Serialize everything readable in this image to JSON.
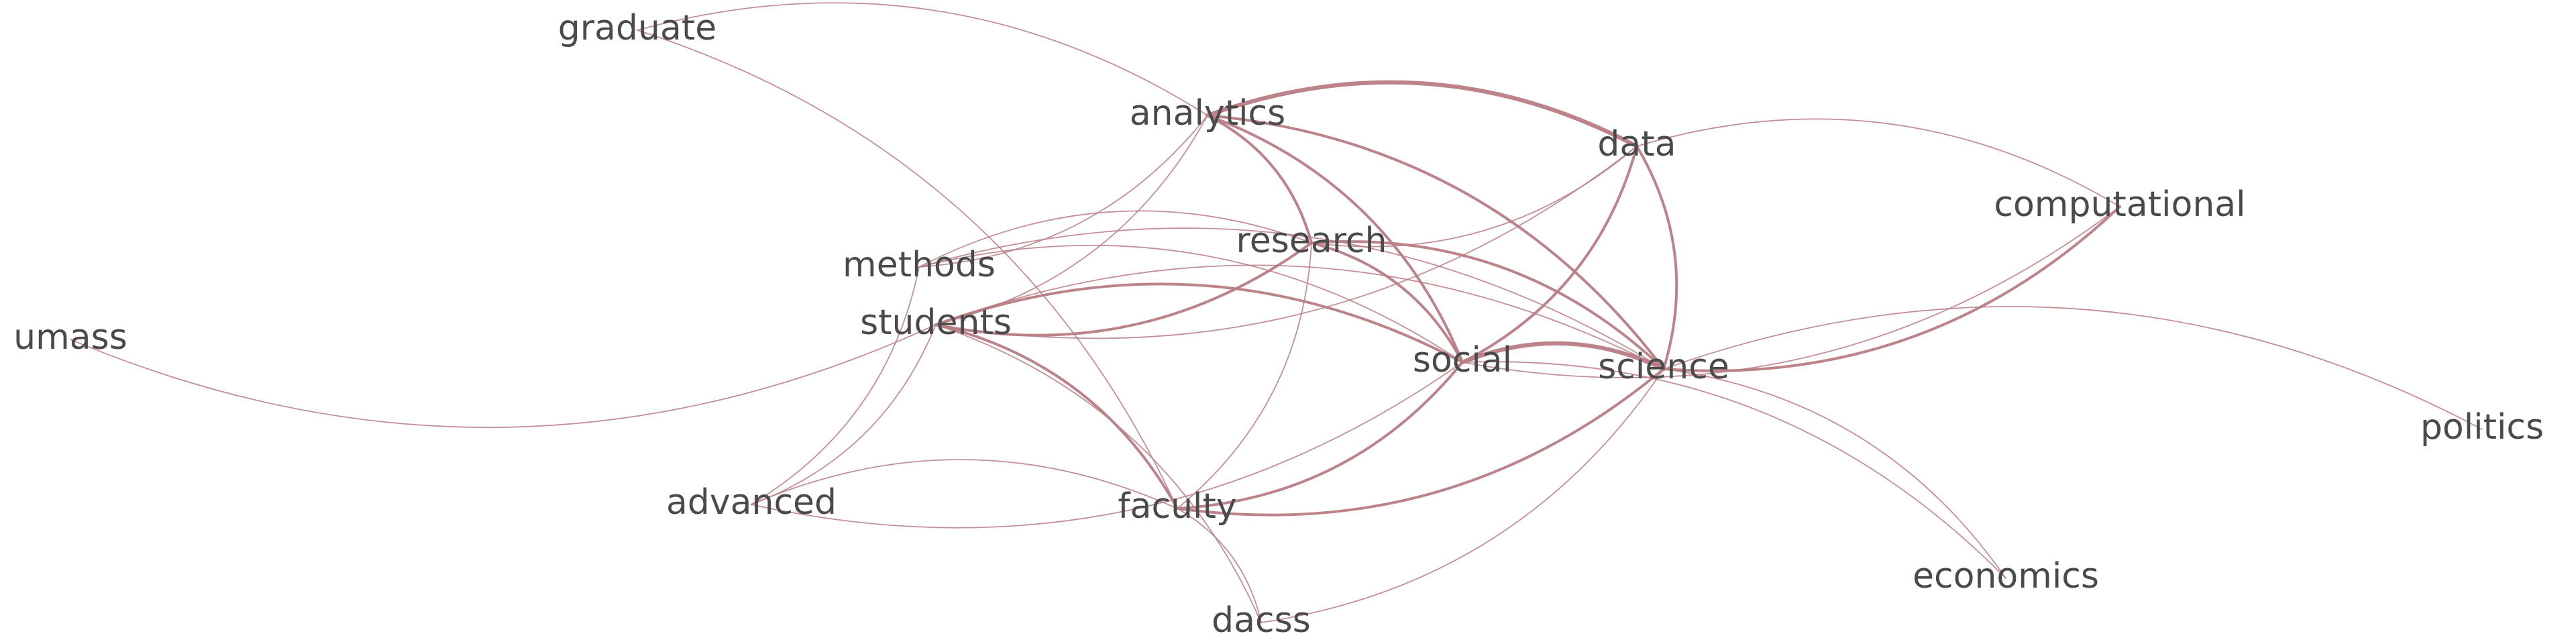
{
  "edge_color": "#b87c84",
  "label_color": "#4a4a4a",
  "nodes": [
    {
      "id": "graduate",
      "label": "graduate"
    },
    {
      "id": "analytics",
      "label": "analytics"
    },
    {
      "id": "data",
      "label": "data"
    },
    {
      "id": "computational",
      "label": "computational"
    },
    {
      "id": "methods",
      "label": "methods"
    },
    {
      "id": "research",
      "label": "research"
    },
    {
      "id": "umass",
      "label": "umass"
    },
    {
      "id": "students",
      "label": "students"
    },
    {
      "id": "social",
      "label": "social"
    },
    {
      "id": "science",
      "label": "science"
    },
    {
      "id": "politics",
      "label": "politics"
    },
    {
      "id": "advanced",
      "label": "advanced"
    },
    {
      "id": "faculty",
      "label": "faculty"
    },
    {
      "id": "economics",
      "label": "economics"
    },
    {
      "id": "dacss",
      "label": "dacss"
    }
  ],
  "edges": [
    {
      "source": "graduate",
      "target": "analytics",
      "weight": 1
    },
    {
      "source": "graduate",
      "target": "faculty",
      "weight": 1
    },
    {
      "source": "analytics",
      "target": "data",
      "weight": 3
    },
    {
      "source": "analytics",
      "target": "research",
      "weight": 2
    },
    {
      "source": "analytics",
      "target": "social",
      "weight": 2
    },
    {
      "source": "analytics",
      "target": "science",
      "weight": 2
    },
    {
      "source": "analytics",
      "target": "methods",
      "weight": 1
    },
    {
      "source": "analytics",
      "target": "students",
      "weight": 1
    },
    {
      "source": "data",
      "target": "science",
      "weight": 2
    },
    {
      "source": "data",
      "target": "social",
      "weight": 2
    },
    {
      "source": "data",
      "target": "computational",
      "weight": 1
    },
    {
      "source": "data",
      "target": "research",
      "weight": 1
    },
    {
      "source": "data",
      "target": "students",
      "weight": 1
    },
    {
      "source": "computational",
      "target": "science",
      "weight": 2
    },
    {
      "source": "computational",
      "target": "social",
      "weight": 1
    },
    {
      "source": "methods",
      "target": "research",
      "weight": 1
    },
    {
      "source": "methods",
      "target": "science",
      "weight": 1
    },
    {
      "source": "methods",
      "target": "advanced",
      "weight": 1
    },
    {
      "source": "methods",
      "target": "social",
      "weight": 1
    },
    {
      "source": "research",
      "target": "students",
      "weight": 2
    },
    {
      "source": "research",
      "target": "faculty",
      "weight": 1
    },
    {
      "source": "research",
      "target": "social",
      "weight": 2
    },
    {
      "source": "research",
      "target": "science",
      "weight": 2
    },
    {
      "source": "students",
      "target": "social",
      "weight": 2
    },
    {
      "source": "students",
      "target": "science",
      "weight": 1
    },
    {
      "source": "students",
      "target": "faculty",
      "weight": 2
    },
    {
      "source": "students",
      "target": "umass",
      "weight": 1
    },
    {
      "source": "students",
      "target": "advanced",
      "weight": 1
    },
    {
      "source": "students",
      "target": "dacss",
      "weight": 1
    },
    {
      "source": "social",
      "target": "science",
      "weight": 3
    },
    {
      "source": "social",
      "target": "faculty",
      "weight": 2
    },
    {
      "source": "social",
      "target": "economics",
      "weight": 1
    },
    {
      "source": "social",
      "target": "advanced",
      "weight": 1
    },
    {
      "source": "science",
      "target": "faculty",
      "weight": 2
    },
    {
      "source": "science",
      "target": "politics",
      "weight": 1
    },
    {
      "source": "science",
      "target": "economics",
      "weight": 1
    },
    {
      "source": "science",
      "target": "dacss",
      "weight": 1
    },
    {
      "source": "advanced",
      "target": "faculty",
      "weight": 1
    },
    {
      "source": "faculty",
      "target": "dacss",
      "weight": 1
    }
  ]
}
